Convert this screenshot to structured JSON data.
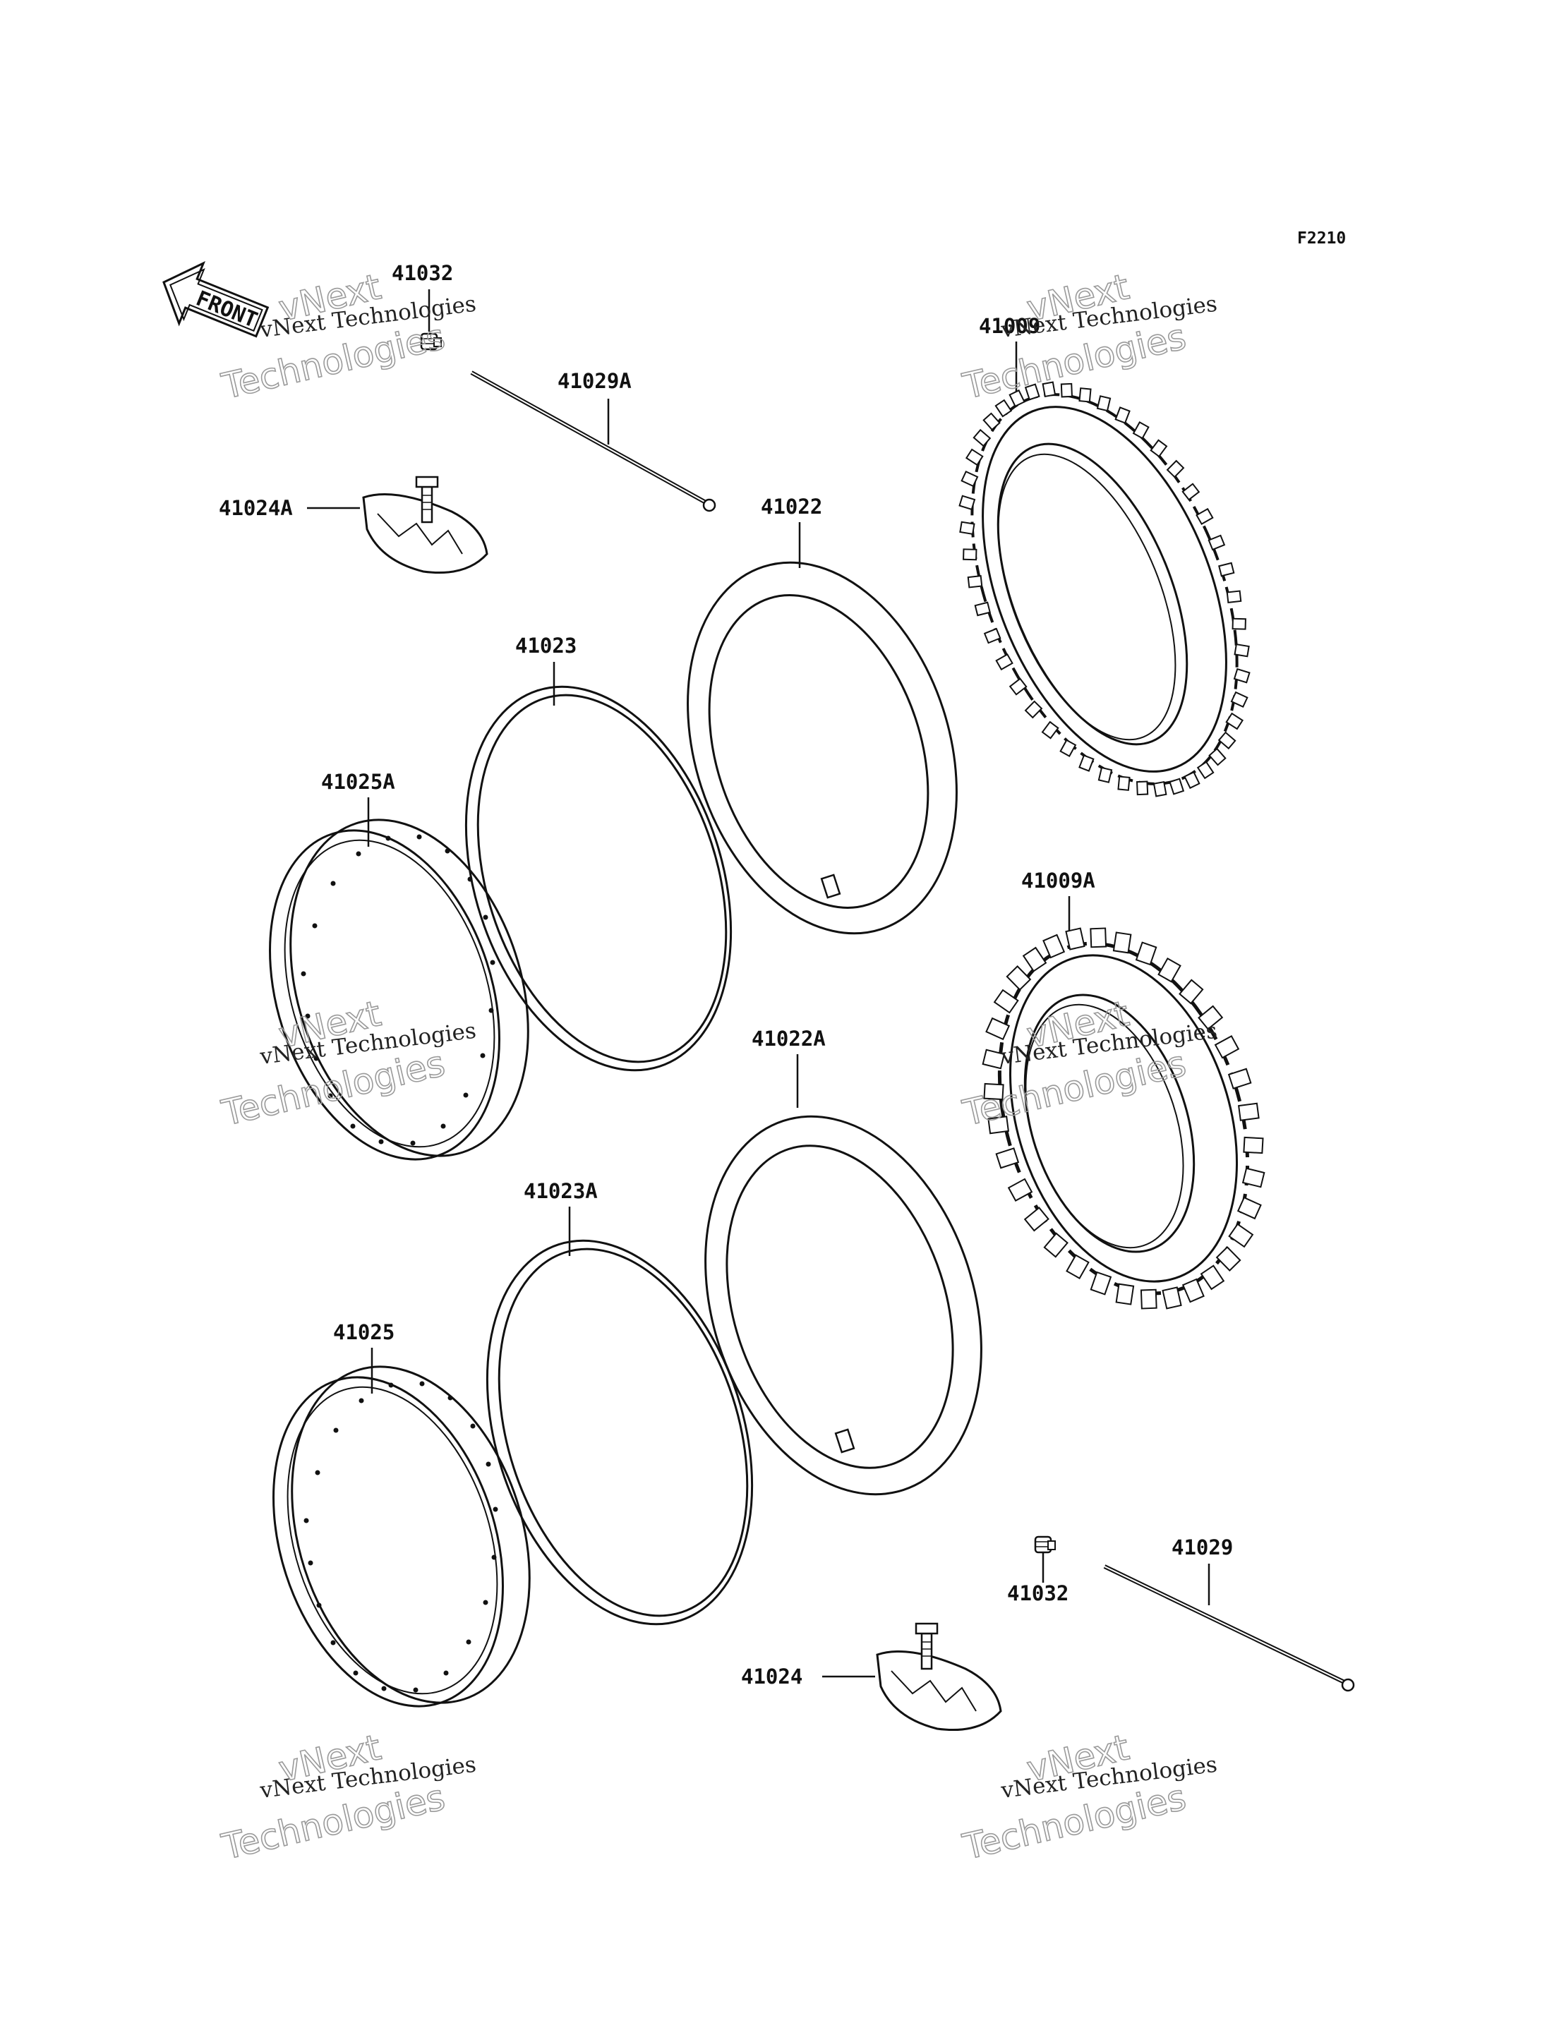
{
  "figure_code": "F2210",
  "front_label": "FRONT",
  "watermark": {
    "line1": "vNext Technologies",
    "line2": "vNext",
    "line3": "Technologies"
  },
  "labels": {
    "p41032_top": "41032",
    "p41029A": "41029A",
    "p41024A": "41024A",
    "p41009": "41009",
    "p41022": "41022",
    "p41023": "41023",
    "p41025A": "41025A",
    "p41009A": "41009A",
    "p41022A": "41022A",
    "p41023A": "41023A",
    "p41025": "41025",
    "p41029": "41029",
    "p41032_bottom": "41032",
    "p41024": "41024"
  }
}
